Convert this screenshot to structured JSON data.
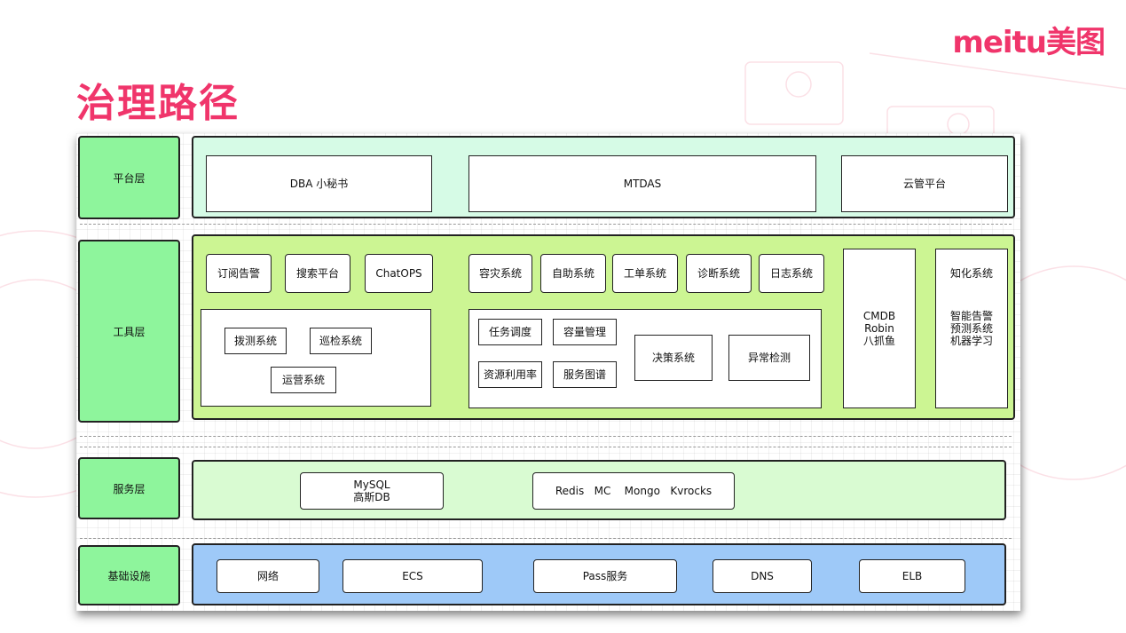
{
  "brand": {
    "logo": "meitu美图"
  },
  "title": "治理路径",
  "layers": {
    "platform": {
      "label": "平台层",
      "items": [
        "DBA 小秘书",
        "MTDAS",
        "云管平台"
      ]
    },
    "tools": {
      "label": "工具层",
      "row1": [
        "订阅告警",
        "搜索平台",
        "ChatOPS",
        "容灾系统",
        "自助系统",
        "工单系统",
        "诊断系统",
        "日志系统"
      ],
      "left_group": [
        "拨测系统",
        "巡检系统",
        "运营系统"
      ],
      "mid_group": [
        "任务调度",
        "容量管理",
        "资源利用率",
        "服务图谱",
        "决策系统",
        "异常检测"
      ],
      "cmdb": "CMDB\nRobin\n八抓鱼",
      "knowledge_title": "知化系统",
      "knowledge_items": "智能告警\n预测系统\n机器学习"
    },
    "service": {
      "label": "服务层",
      "items": [
        "MySQL\n高斯DB",
        "Redis   MC    Mongo   Kvrocks"
      ]
    },
    "infra": {
      "label": "基础设施",
      "items": [
        "网络",
        "ECS",
        "Pass服务",
        "DNS",
        "ELB"
      ]
    }
  },
  "colors": {
    "accent": "#f0356b",
    "label_green": "#8ef59c",
    "platform_bg": "#d6fbe6",
    "tools_bg": "#ccf593",
    "service_bg": "#d9fbd2",
    "infra_bg": "#9ec9f8"
  }
}
